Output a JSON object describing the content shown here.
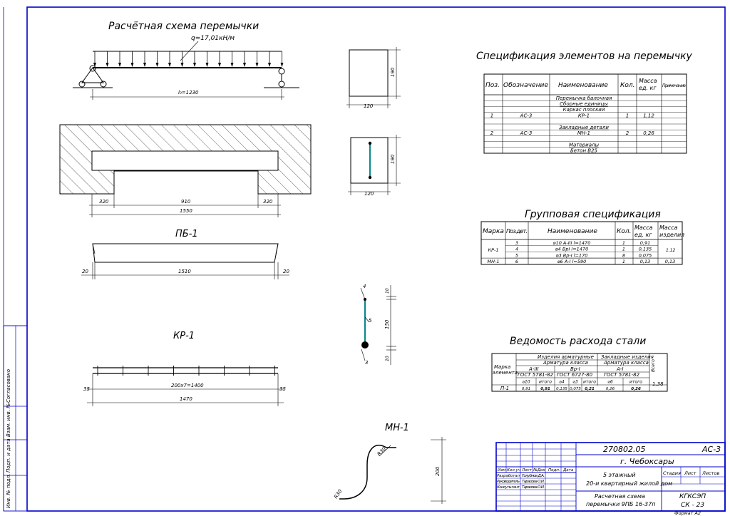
{
  "beam_scheme": {
    "title": "Расчётная схема перемычки",
    "load_label": "q=17,01кН/м",
    "span_label": "l₀=1230"
  },
  "pb1": {
    "title": "ПБ-1",
    "dim_side_left": "320",
    "dim_mid": "910",
    "dim_side_right": "320",
    "dim_total": "1550",
    "dim_end_left": "20",
    "dim_length": "1510",
    "dim_end_right": "20"
  },
  "sections": {
    "width_1": "120",
    "height_1": "190",
    "width_2": "120",
    "height_2": "190"
  },
  "kr1": {
    "title": "КР-1",
    "dim_end_left": "35",
    "dim_mid": "200х7=1400",
    "dim_end_right": "35",
    "dim_total": "1470"
  },
  "kr_section": {
    "pos_top": "4",
    "pos_mid": "5",
    "pos_bottom": "3",
    "dim_top": "10",
    "dim_mid": "150",
    "dim_bottom": "10"
  },
  "mn1": {
    "title": "МН-1",
    "radius_1": "R30",
    "radius_2": "R30",
    "height": "200"
  },
  "spec": {
    "title": "Спецификация элементов на перемычку",
    "headers": [
      "Поз.",
      "Обозначение",
      "Наименование",
      "Кол.",
      "Масса ед. кг",
      "Примечание"
    ],
    "rows": [
      {
        "pos": "",
        "code": "",
        "name": "Перемычка балочная",
        "qty": "",
        "mass": "",
        "note": "",
        "u": false
      },
      {
        "pos": "",
        "code": "",
        "name": "Сборные единицы",
        "qty": "",
        "mass": "",
        "note": "",
        "u": true
      },
      {
        "pos": "",
        "code": "",
        "name": "Каркас плоский",
        "qty": "",
        "mass": "",
        "note": "",
        "u": false
      },
      {
        "pos": "1",
        "code": "АС-3",
        "name": "КР-1",
        "qty": "1",
        "mass": "1,12",
        "note": "",
        "u": false
      },
      {
        "pos": "",
        "code": "",
        "name": "",
        "qty": "",
        "mass": "",
        "note": "",
        "u": false
      },
      {
        "pos": "",
        "code": "",
        "name": "Закладные детали",
        "qty": "",
        "mass": "",
        "note": "",
        "u": true
      },
      {
        "pos": "2",
        "code": "АС-3",
        "name": "МН-1",
        "qty": "2",
        "mass": "0,26",
        "note": "",
        "u": false
      },
      {
        "pos": "",
        "code": "",
        "name": "",
        "qty": "",
        "mass": "",
        "note": "",
        "u": false
      },
      {
        "pos": "",
        "code": "",
        "name": "Материалы",
        "qty": "",
        "mass": "",
        "note": "",
        "u": true
      },
      {
        "pos": "",
        "code": "",
        "name": "Бетон В25",
        "qty": "",
        "mass": "",
        "note": "",
        "u": false
      }
    ]
  },
  "group_spec": {
    "title": "Групповая спецификация",
    "headers": [
      "Марка",
      "Поз.дет.",
      "Наименование",
      "Кол.",
      "Масса ед. кг",
      "Масса изделия"
    ],
    "rows": [
      {
        "mark": "",
        "pos": "3",
        "name": "⌀10 A-III  l=1470",
        "qty": "1",
        "mass": "0,91",
        "total": ""
      },
      {
        "mark": "КР-1",
        "pos": "4",
        "name": "⌀4 ВрI  l=1470",
        "qty": "1",
        "mass": "0,135",
        "total": "1,12"
      },
      {
        "mark": "",
        "pos": "5",
        "name": "⌀3 Вр-I  l=170",
        "qty": "8",
        "mass": "0,075",
        "total": ""
      },
      {
        "mark": "МН-1",
        "pos": "6",
        "name": "⌀6 A-I  l=590",
        "qty": "1",
        "mass": "0,13",
        "total": "0,13"
      }
    ]
  },
  "steel": {
    "title": "Ведомость расхода стали",
    "mark_header": "Марка элемента",
    "h_reinf": "Изделия арматурные",
    "h_embed": "Закладные изделия",
    "h_class1": "Арматура класса",
    "h_class2": "Арматура класса",
    "h_a3": "A-III",
    "h_vr1": "Вр-I",
    "h_a1": "A-I",
    "h_gost1": "ГОСТ 5781-82",
    "h_gost2": "ГОСТ 6727-80",
    "h_gost3": "ГОСТ 5781-82",
    "h_total": "Всего",
    "sub": [
      "⌀10",
      "итого",
      "⌀4",
      "⌀3",
      "итого",
      "⌀6",
      "итого"
    ],
    "row_mark": "П-1",
    "vals": [
      "0,91",
      "0,91",
      "0,135",
      "0,075",
      "0,21",
      "0,26",
      "0,26"
    ],
    "total": "1,38"
  },
  "stamp": {
    "doc_code": "270802.05",
    "sheet_code": "АС-3",
    "city": "г. Чебоксары",
    "building": "5 этажный 20-и квартирный жилой дом",
    "drawing": "Расчетная схема перемычки 9ПБ 16-37п",
    "org": "КГКСЭП СК - 23",
    "format": "Формат  А2",
    "col_headers": [
      "Изм",
      "Кол.уч",
      "Лист",
      "№Док",
      "Подп.",
      "Дата"
    ],
    "roles": [
      {
        "role": "Разработал",
        "name": "Голубнов Д.А."
      },
      {
        "role": "Руководитель",
        "name": "Тарасова О.И."
      },
      {
        "role": "Консультант",
        "name": "Тарасова О.И."
      }
    ],
    "stage": "Стадия",
    "sheet": "Лист",
    "sheets": "Листов"
  },
  "left_strip": [
    "Согласовано",
    "Взам. инв. №",
    "Подп. и дата",
    "Инв. № подл."
  ],
  "colors": {
    "frame": "#0000cc",
    "ink": "#000000",
    "bar": "#0a8a8a"
  }
}
